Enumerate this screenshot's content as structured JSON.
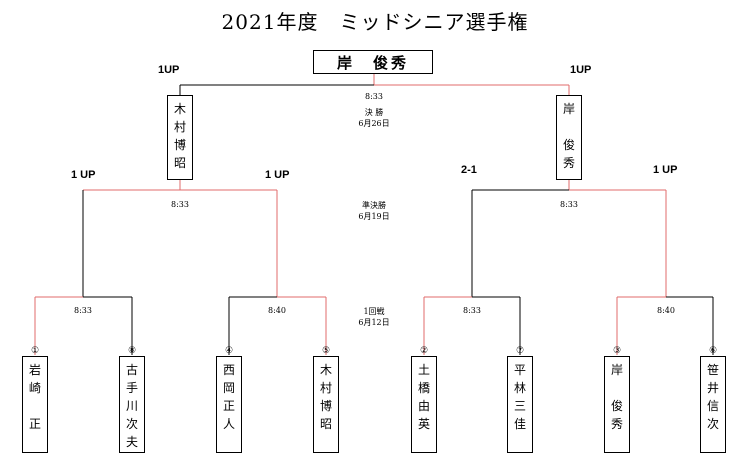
{
  "title": "2021年度　ミッドシニア選手権",
  "champion": "岸　俊秀",
  "scores": {
    "final_left": "1UP",
    "final_right": "1UP",
    "semi_1": "1 UP",
    "semi_2": "1 UP",
    "semi_3": "2-1",
    "semi_4": "1 UP"
  },
  "times": {
    "final": "8:33",
    "semi_left": "8:33",
    "semi_right": "8:33",
    "r1_1": "8:33",
    "r1_2": "8:40",
    "r1_3": "8:33",
    "r1_4": "8:40"
  },
  "rounds": {
    "final": "決 勝",
    "final_date": "6月26日",
    "semi": "準決勝",
    "semi_date": "6月19日",
    "first": "1回戦",
    "first_date": "6月12日"
  },
  "finalists": {
    "left": [
      "木",
      "村",
      "",
      "博",
      "昭"
    ],
    "right": [
      "岸",
      "",
      "",
      "俊",
      "秀"
    ]
  },
  "players": [
    {
      "seed": "①",
      "chars": [
        "岩",
        "崎",
        "",
        "",
        "正"
      ]
    },
    {
      "seed": "⑧",
      "chars": [
        "古",
        "手",
        "川",
        "次",
        "夫"
      ]
    },
    {
      "seed": "④",
      "chars": [
        "西",
        "岡",
        "",
        "正",
        "人"
      ]
    },
    {
      "seed": "⑤",
      "chars": [
        "木",
        "村",
        "",
        "博",
        "昭"
      ]
    },
    {
      "seed": "②",
      "chars": [
        "土",
        "橋",
        "",
        "由",
        "英"
      ]
    },
    {
      "seed": "⑦",
      "chars": [
        "平",
        "林",
        "",
        "三",
        "佳"
      ]
    },
    {
      "seed": "③",
      "chars": [
        "岸",
        "",
        "",
        "俊",
        "秀"
      ]
    },
    {
      "seed": "⑥",
      "chars": [
        "笹",
        "井",
        "",
        "信",
        "次"
      ]
    }
  ],
  "colors": {
    "winner_line": "#e06b6b",
    "loser_line": "#000000"
  }
}
